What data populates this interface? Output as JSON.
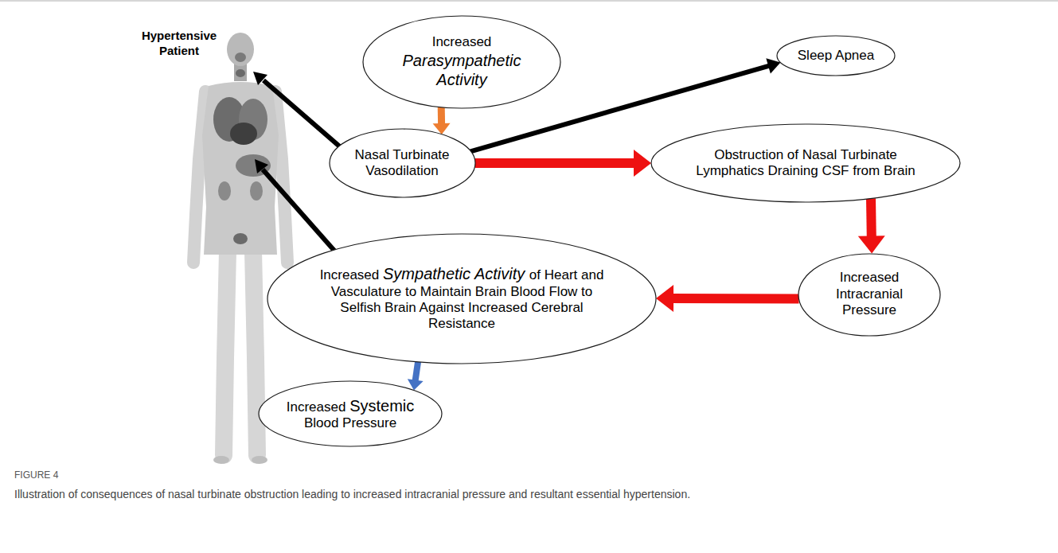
{
  "diagram": {
    "caption": "Illustration of consequences of nasal turbinate obstruction leading to increased intracranial pressure and resultant essential hypertension.",
    "nodes": [
      {
        "text": [
          "Increased Parasympathetic Activity"
        ]
      },
      {
        "text": [
          "Sleep Apnea"
        ]
      },
      {
        "text": [
          "Nasal Turbinate Vasodilation"
        ]
      },
      {
        "text": [
          "Obstruction of Nasal Turbinate Lymphatics Draining CSF from Brain"
        ]
      },
      {
        "text": [
          "Increased Intracranial Pressure"
        ]
      },
      {
        "text": [
          "Increased Sympathetic Activity of Heart and Vasculature to Maintain Brain Blood Flow to Selfish Brain Against Increased Cerebral Resistance"
        ]
      },
      {
        "text": [
          "Increased Systemic Blood Pressure"
        ]
      }
    ],
    "edges": [
      {
        "from": 0,
        "to": 2,
        "arrow": "to"
      },
      {
        "from": 2,
        "to": 1,
        "arrow": "to"
      },
      {
        "from": 2,
        "to": 3,
        "arrow": "to"
      },
      {
        "from": 3,
        "to": 4,
        "arrow": "to"
      },
      {
        "from": 4,
        "to": 5,
        "arrow": "to"
      },
      {
        "from": 5,
        "to": 6,
        "arrow": "to"
      }
    ],
    "labels": [
      "Hypertensive Patient",
      "FIGURE 4"
    ]
  }
}
